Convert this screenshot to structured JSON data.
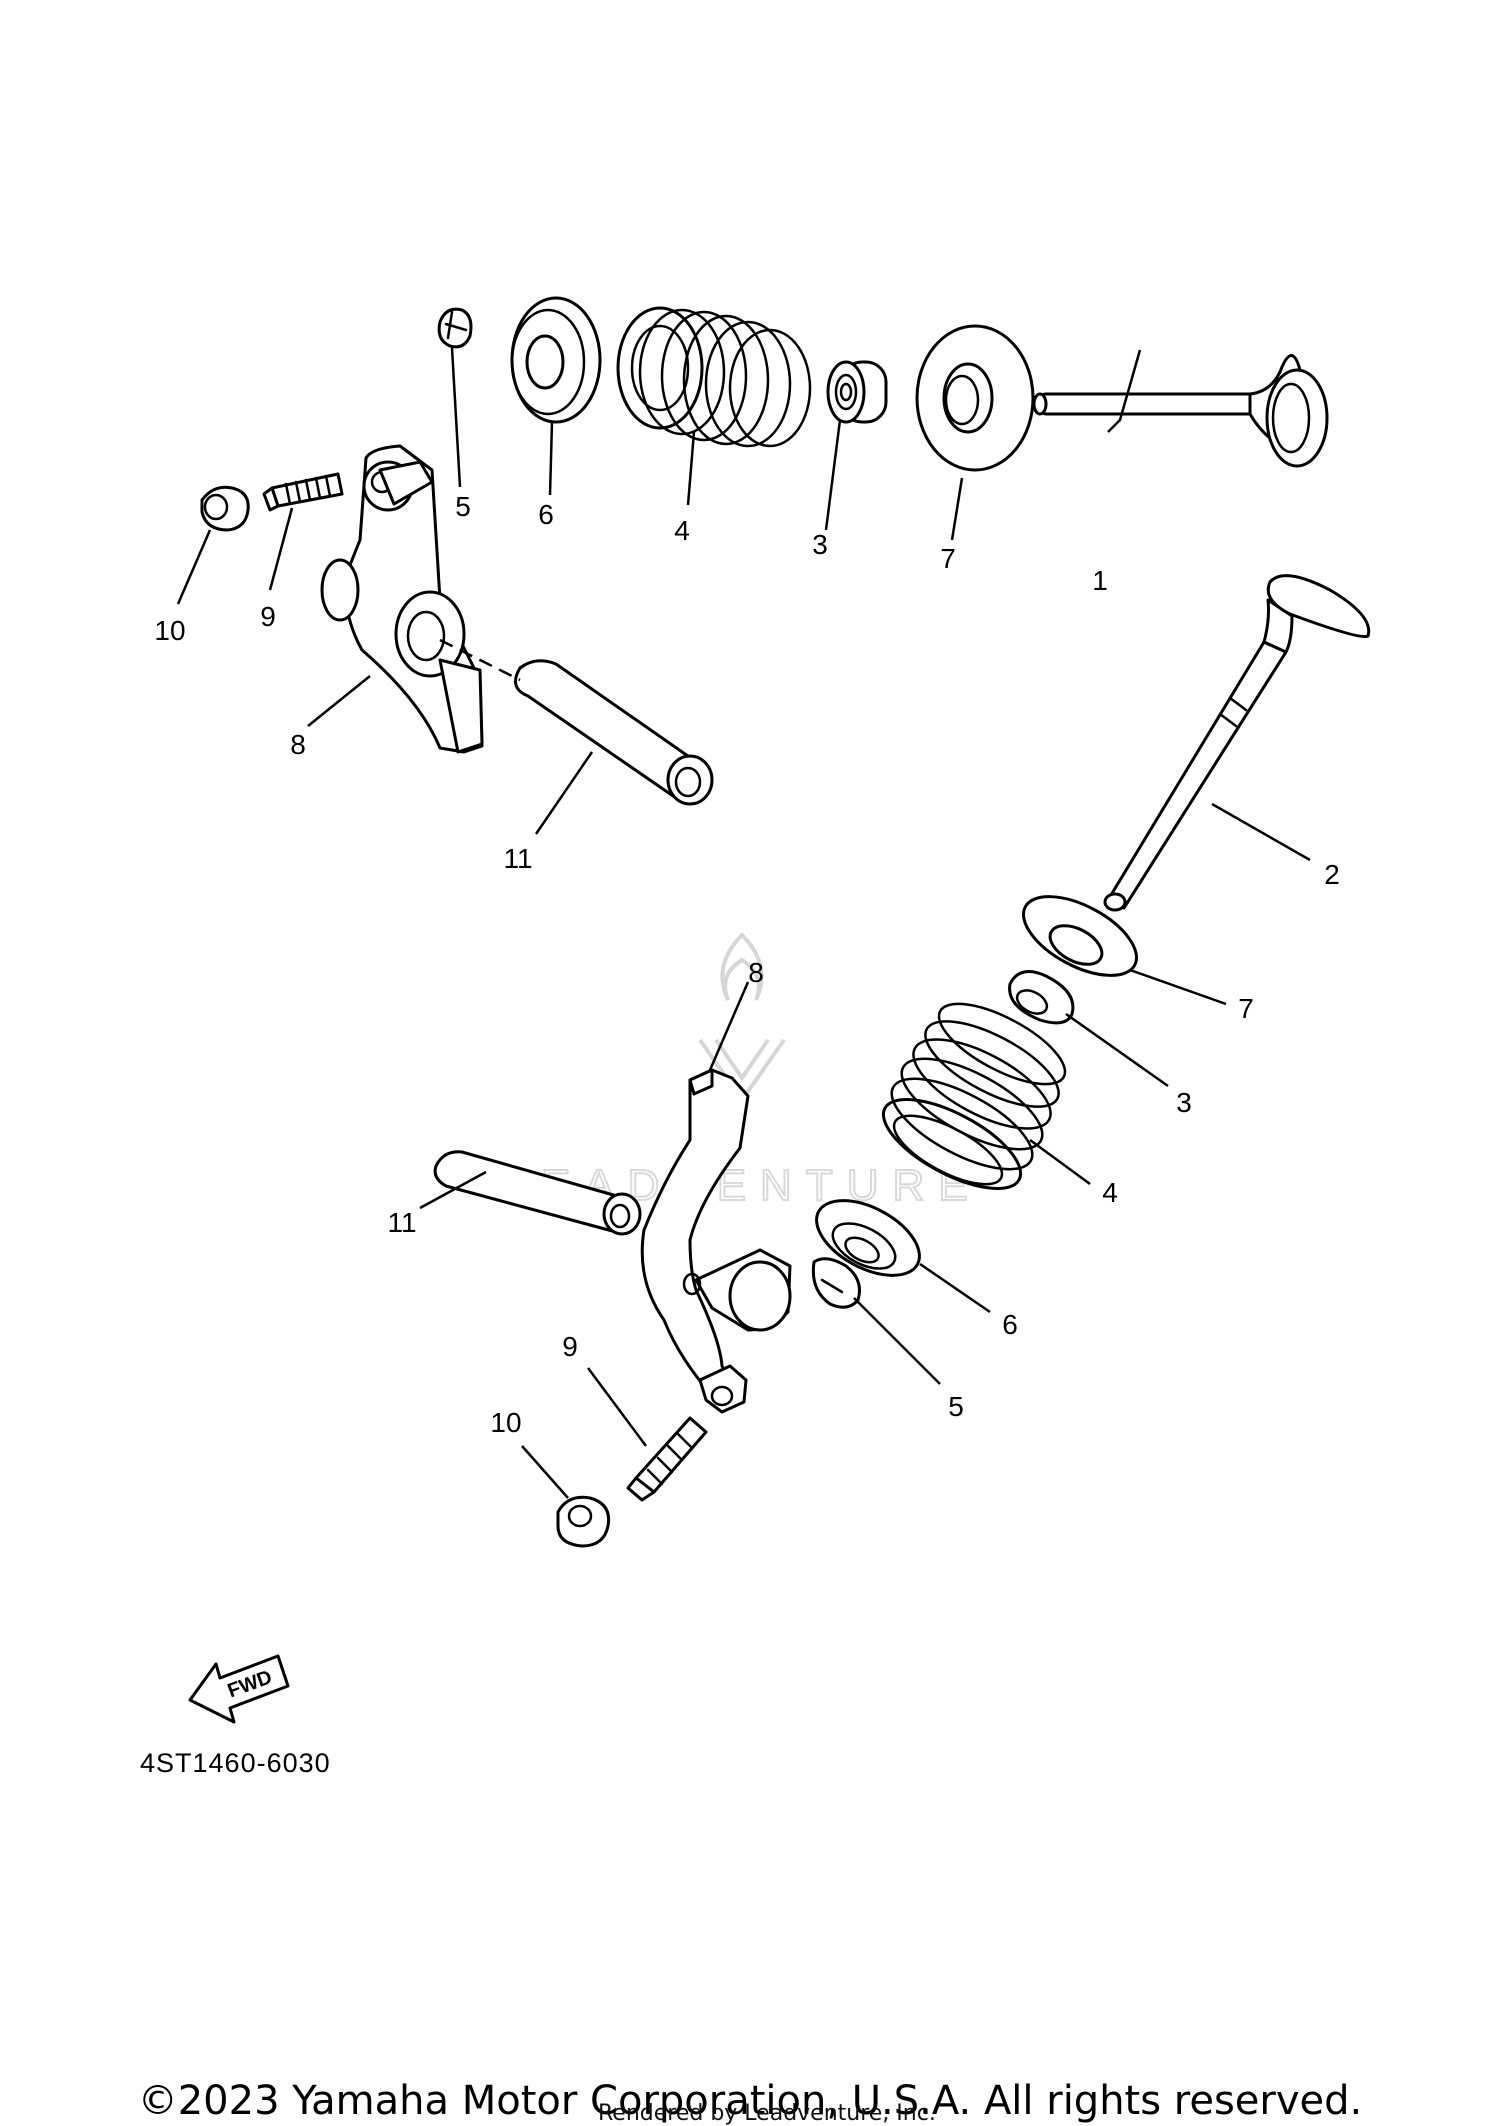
{
  "diagram": {
    "callouts_upper": [
      "1",
      "6",
      "4",
      "3",
      "5",
      "7",
      "9",
      "10",
      "8",
      "11"
    ],
    "callouts_lower": [
      "2",
      "7",
      "8",
      "3",
      "4",
      "11",
      "6",
      "9",
      "5",
      "10"
    ],
    "fwd_label": "FWD",
    "part_code": "4ST1460-6030",
    "watermark": "LEADVENTURE"
  },
  "footer": {
    "copyright": "©2023 Yamaha Motor Corporation, U.S.A. All rights reserved.",
    "rendered_by": "Rendered by Leadventure, Inc."
  }
}
